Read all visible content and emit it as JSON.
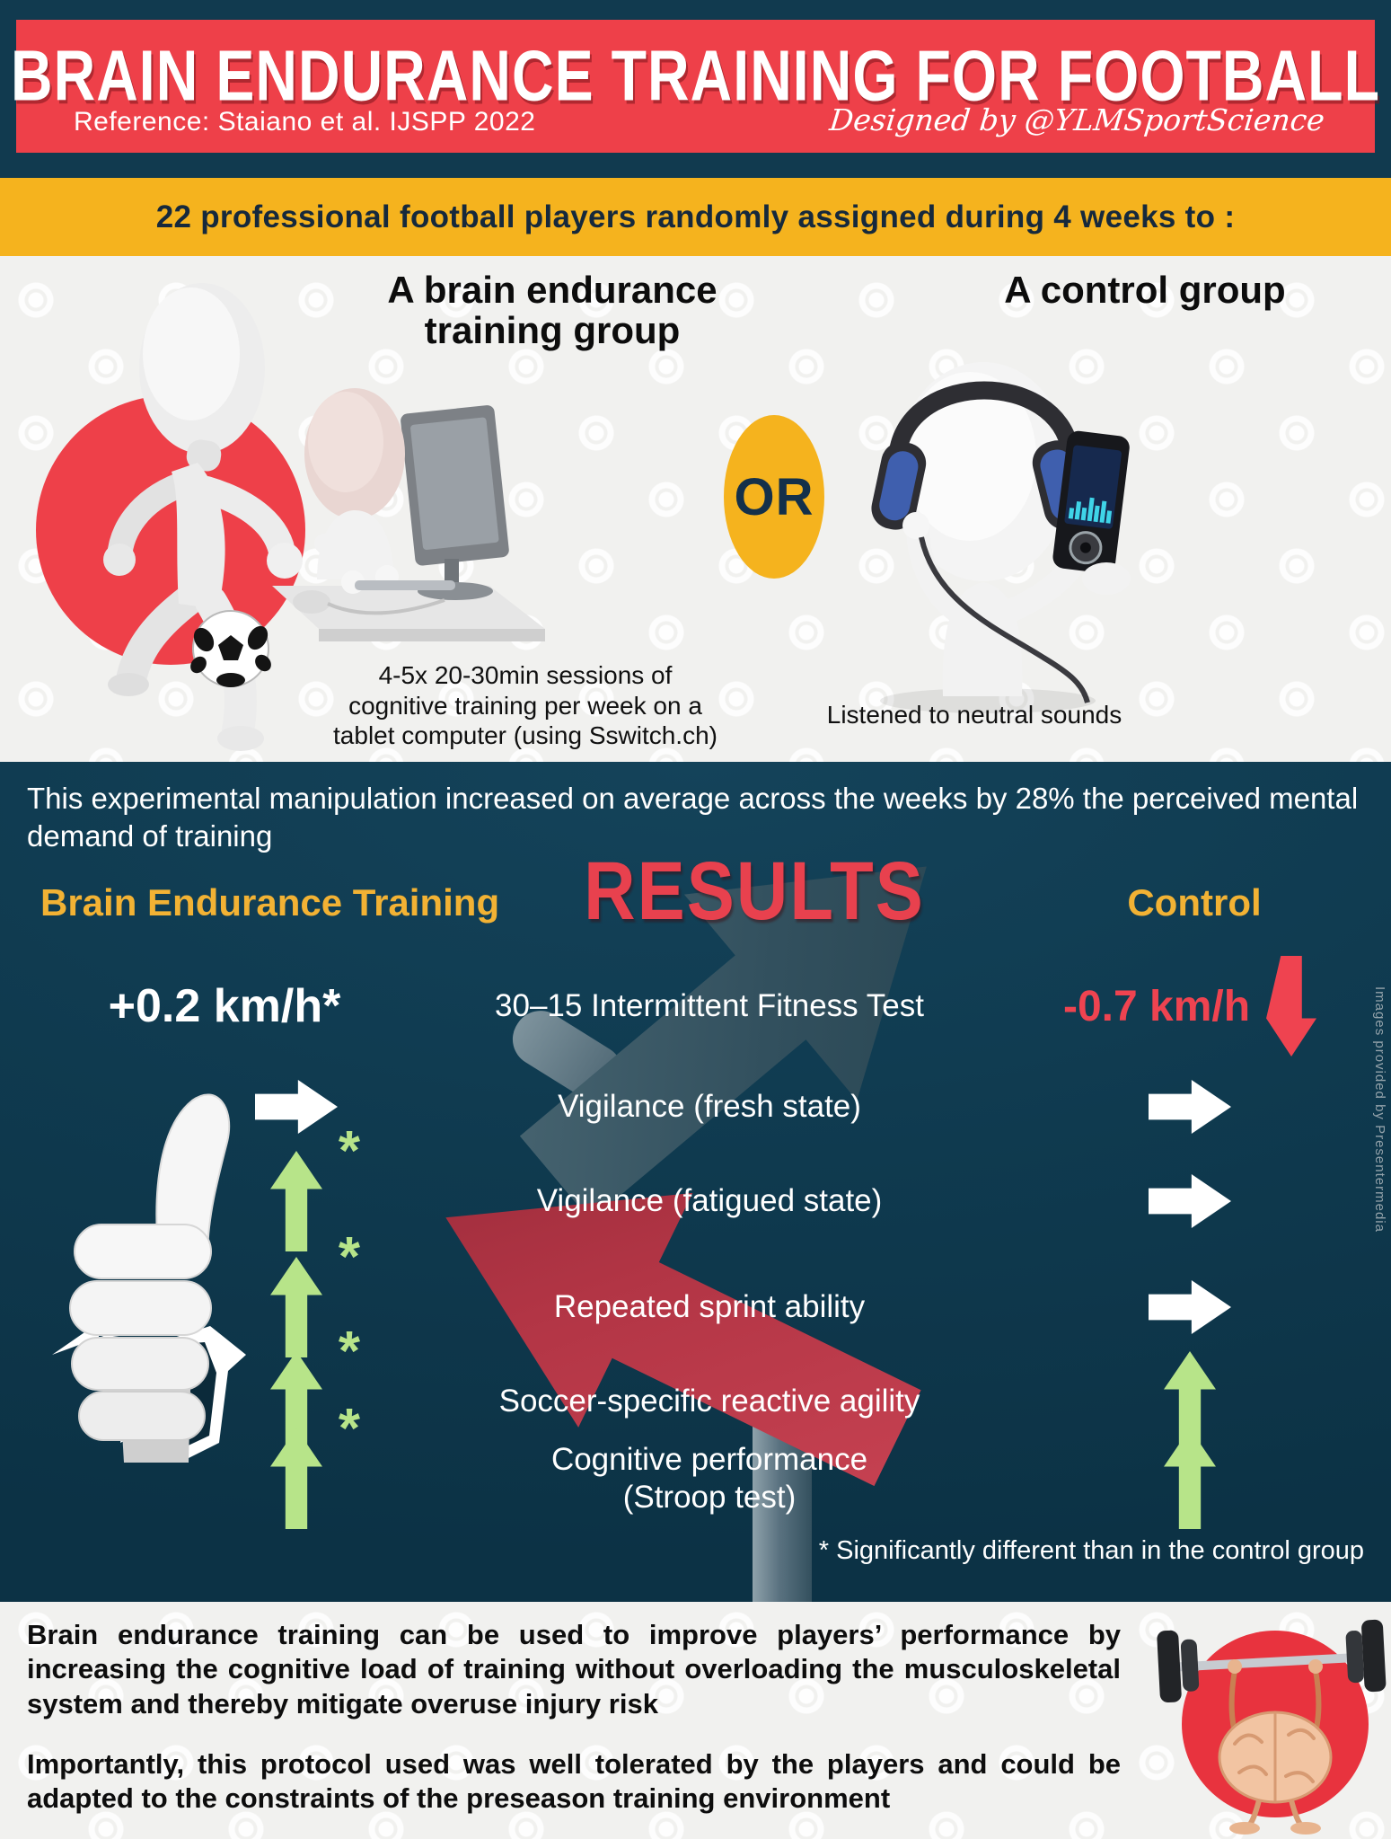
{
  "header": {
    "title": "BRAIN ENDURANCE TRAINING FOR FOOTBALL",
    "reference": "Reference: Staiano et al. IJSPP 2022",
    "designed_by": "Designed by @YLMSportScience"
  },
  "intro_banner": "22 professional football players randomly assigned during 4 weeks to :",
  "groups": {
    "left": {
      "title": "A brain endurance\ntraining group",
      "caption": "4-5x 20-30min sessions of\ncognitive training per week on a\ntablet computer (using Sswitch.ch)"
    },
    "or_label": "OR",
    "right": {
      "title": "A control group",
      "caption": "Listened to neutral sounds"
    }
  },
  "experiment_note": "This experimental manipulation increased on average across the weeks by 28% the perceived mental demand of training",
  "results": {
    "left_header": "Brain Endurance Training",
    "center_header": "RESULTS",
    "right_header": "Control",
    "rows": [
      {
        "label": "30–15 Intermittent Fitness Test",
        "left": {
          "type": "text",
          "value": "+0.2 km/h*"
        },
        "right": {
          "type": "text-arrow",
          "value": "-0.7 km/h",
          "arrow": "down"
        }
      },
      {
        "label": "Vigilance (fresh state)",
        "left": {
          "type": "arrow",
          "arrow": "right"
        },
        "right": {
          "type": "arrow",
          "arrow": "right"
        }
      },
      {
        "label": "Vigilance (fatigued state)",
        "left": {
          "type": "arrow",
          "arrow": "up",
          "significant": true
        },
        "right": {
          "type": "arrow",
          "arrow": "right"
        }
      },
      {
        "label": "Repeated sprint ability",
        "left": {
          "type": "arrow",
          "arrow": "up",
          "significant": true
        },
        "right": {
          "type": "arrow",
          "arrow": "right"
        }
      },
      {
        "label": "Soccer-specific reactive agility",
        "left": {
          "type": "arrow",
          "arrow": "up",
          "significant": true
        },
        "right": {
          "type": "arrow",
          "arrow": "up"
        }
      },
      {
        "label": "Cognitive performance\n(Stroop test)",
        "left": {
          "type": "arrow",
          "arrow": "up",
          "significant": true
        },
        "right": {
          "type": "arrow",
          "arrow": "up"
        }
      }
    ],
    "footnote": "* Significantly different than in the control group"
  },
  "conclusion": {
    "p1": "Brain endurance training can be used to improve players’ performance by increasing the cognitive load of training without overloading the musculoskeletal system and thereby mitigate overuse injury risk",
    "p2": "Importantly, this protocol used was well tolerated by the players and could be adapted to the constraints of the preseason training environment"
  },
  "credits": "Images provided by Presentermedia",
  "colors": {
    "navy": "#113a4f",
    "red": "#ee4049",
    "yellow": "#f5b31e",
    "green": "#b7e489",
    "results_red": "#e8414e"
  }
}
